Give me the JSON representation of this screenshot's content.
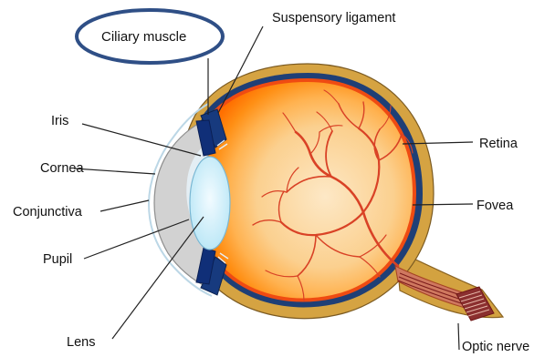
{
  "labels": {
    "ciliary_muscle": "Ciliary muscle",
    "suspensory_ligament": "Suspensory ligament",
    "iris": "Iris",
    "cornea": "Cornea",
    "conjunctiva": "Conjunctiva",
    "pupil": "Pupil",
    "lens": "Lens",
    "retina": "Retina",
    "fovea": "Fovea",
    "optic_nerve": "Optic nerve"
  },
  "highlight": {
    "target": "ciliary_muscle",
    "color": "#2f4f86"
  },
  "colors": {
    "sclera": "#d5a342",
    "choroid": "#1f3f76",
    "retina_outer": "#ff8a00",
    "retina_inner": "#fde4bc",
    "blood_vessels": "#d94226",
    "cornea": "#d4d4d4",
    "lens": "#d8f2fb",
    "iris": "#102f78",
    "text": "#111111"
  }
}
